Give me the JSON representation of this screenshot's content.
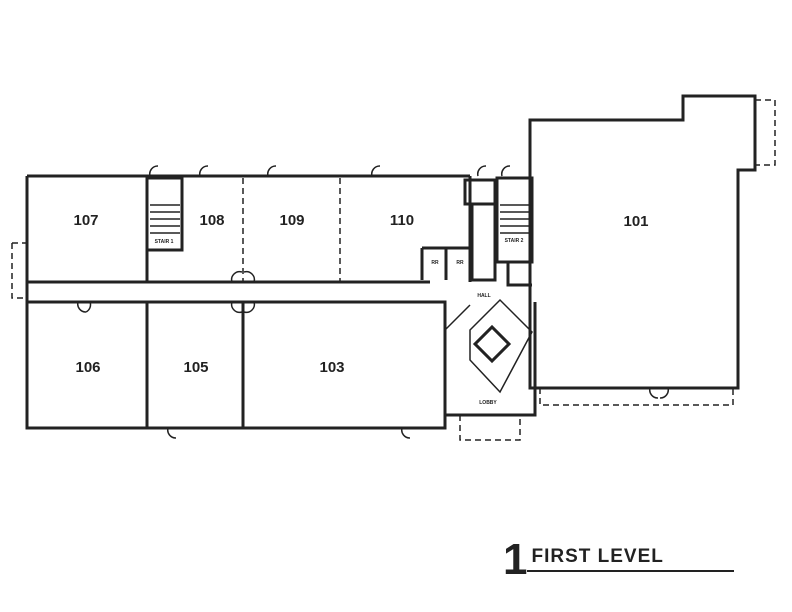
{
  "rooms": {
    "r101": "101",
    "r103": "103",
    "r105": "105",
    "r106": "106",
    "r107": "107",
    "r108": "108",
    "r109": "109",
    "r110": "110"
  },
  "small_labels": {
    "stair1": "STAIR 1",
    "stair2": "STAIR 2",
    "hall": "HALL",
    "lobby": "LOBBY",
    "rr1": "RR",
    "rr2": "RR"
  },
  "title": {
    "number": "1",
    "label": "FIRST LEVEL"
  }
}
